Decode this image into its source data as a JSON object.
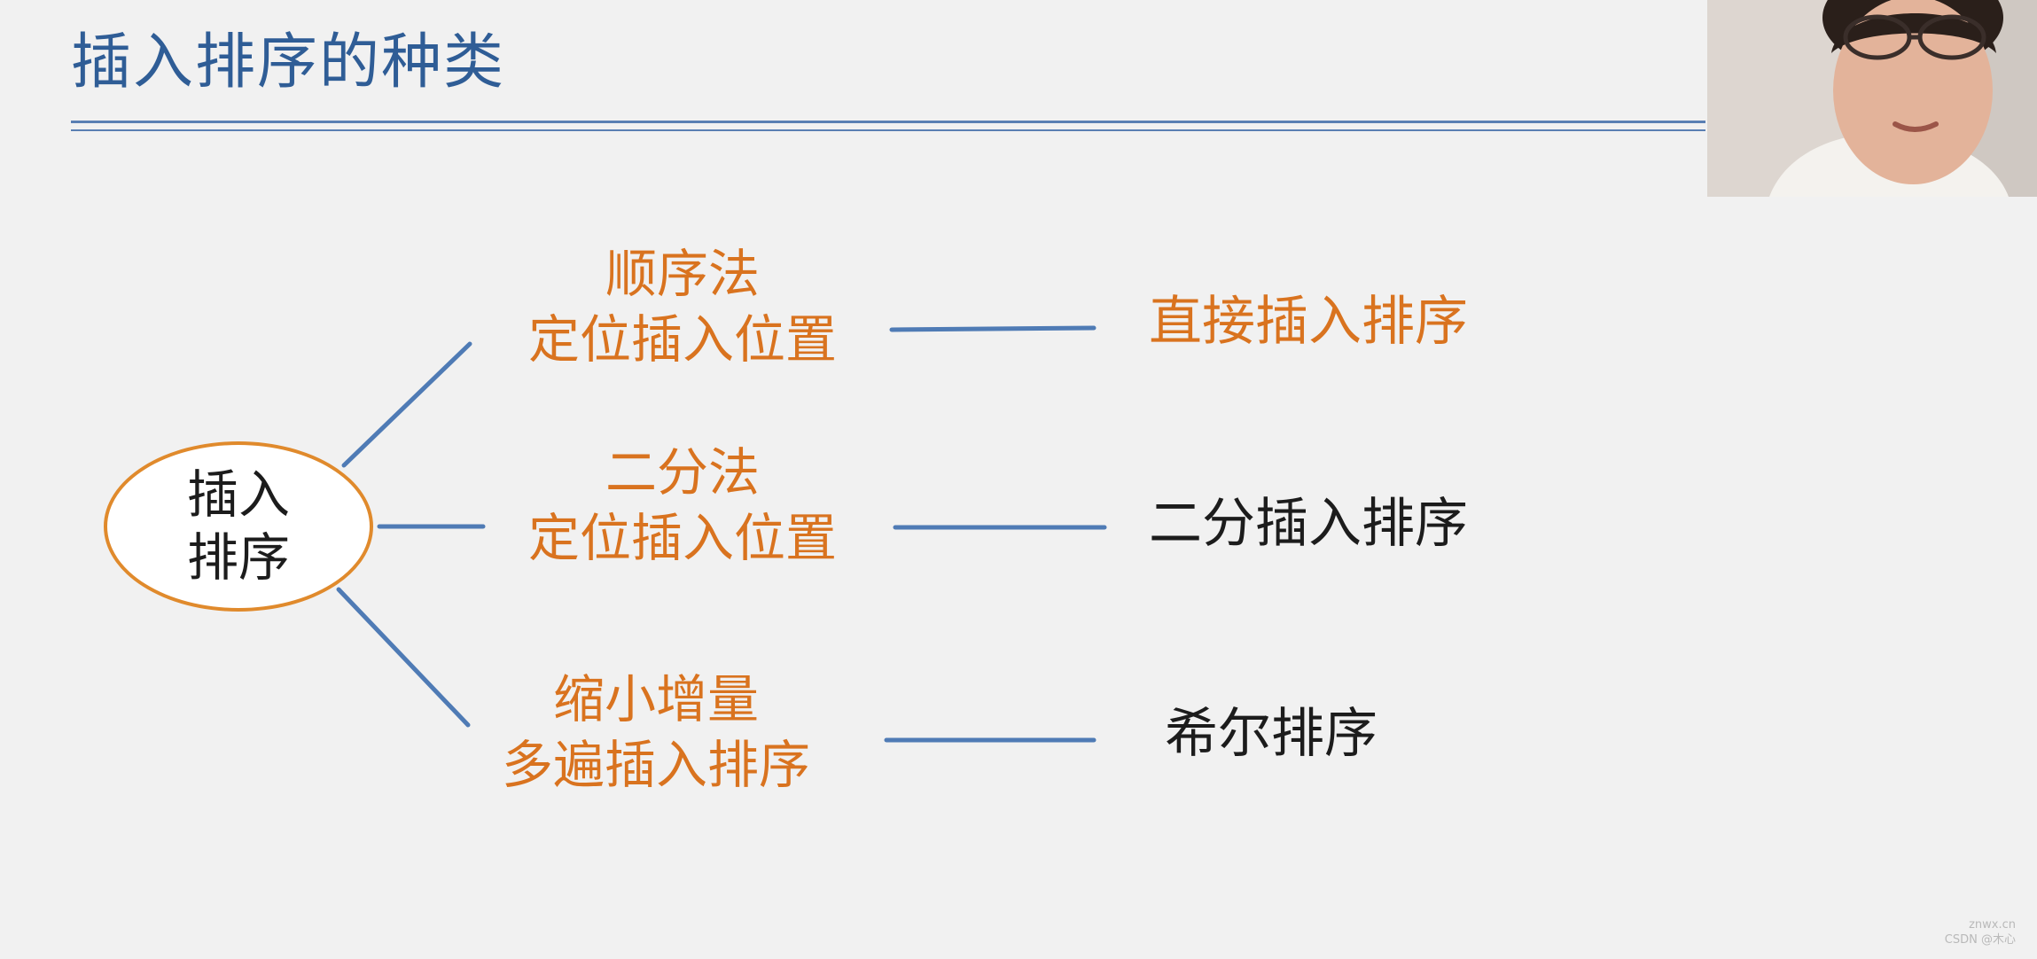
{
  "slide": {
    "title": "插入排序的种类"
  },
  "diagram": {
    "root": {
      "label": "插入排序"
    },
    "branches": [
      {
        "method_lines": [
          "顺序法",
          "定位插入位置"
        ],
        "result": "直接插入排序",
        "result_highlighted": true
      },
      {
        "method_lines": [
          "二分法",
          "定位插入位置"
        ],
        "result": "二分插入排序",
        "result_highlighted": false
      },
      {
        "method_lines": [
          "缩小增量",
          "多遍插入排序"
        ],
        "result": "希尔排序",
        "result_highlighted": false
      }
    ]
  },
  "webcam": {
    "content": "presenter-video"
  },
  "watermark": {
    "line1": "znwx.cn",
    "line2": "CSDN @木心"
  },
  "colors": {
    "title": "#2f5d96",
    "accent": "#d9731f",
    "root_border": "#e08a2c",
    "connector": "#4f7bb5",
    "background": "#f1f1f1"
  }
}
